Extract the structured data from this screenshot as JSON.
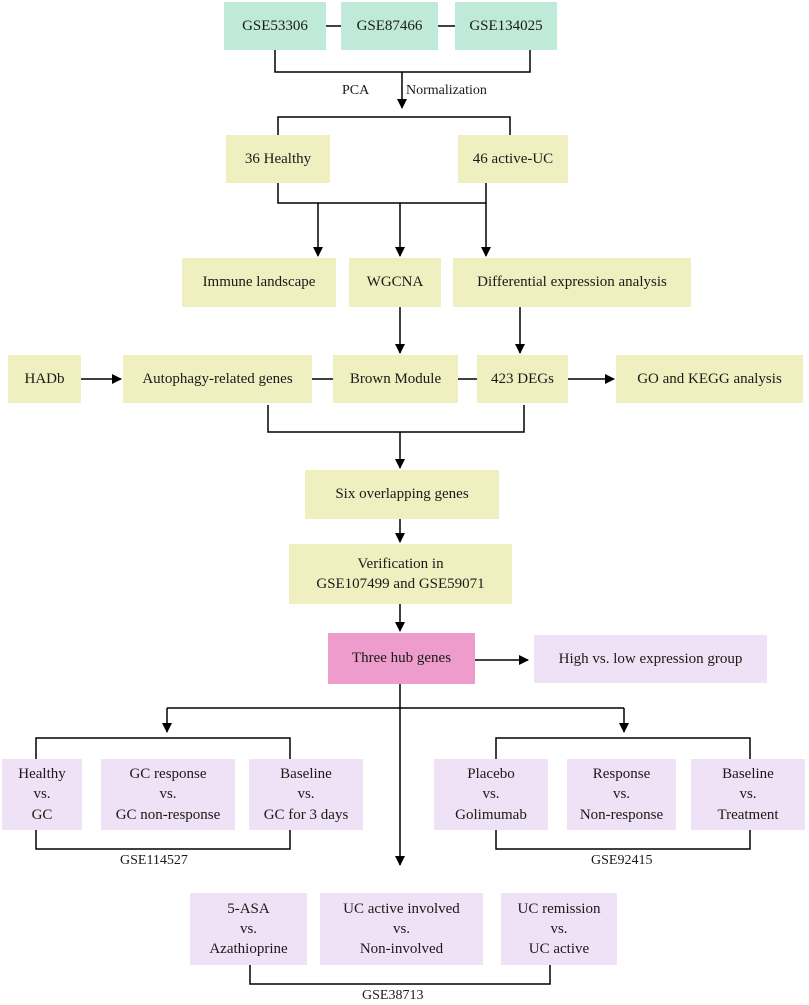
{
  "datasets": [
    "GSE53306",
    "GSE87466",
    "GSE134025"
  ],
  "edge_labels": {
    "pca": "PCA",
    "normalization": "Normalization"
  },
  "groups": {
    "healthy": "36 Healthy",
    "active_uc": "46 active-UC"
  },
  "analyses": {
    "immune": "Immune landscape",
    "wgcna": "WGCNA",
    "dea": "Differential expression analysis"
  },
  "genes_row": {
    "hadb": "HADb",
    "autophagy": "Autophagy-related genes",
    "brown": "Brown Module",
    "degs": "423 DEGs",
    "go_kegg": "GO and KEGG analysis"
  },
  "overlap": "Six overlapping genes",
  "verification": "Verification in\nGSE107499 and GSE59071",
  "hub": "Three hub genes",
  "high_low": "High vs. low expression group",
  "left_group": {
    "boxes": [
      "Healthy\nvs.\nGC",
      "GC response\nvs.\nGC non-response",
      "Baseline\nvs.\nGC for 3 days"
    ],
    "label": "GSE114527"
  },
  "right_group": {
    "boxes": [
      "Placebo\nvs.\nGolimumab",
      "Response\nvs.\nNon-response",
      "Baseline\nvs.\nTreatment"
    ],
    "label": "GSE92415"
  },
  "bottom_group": {
    "boxes": [
      "5-ASA\nvs.\nAzathioprine",
      "UC active involved\nvs.\nNon-involved",
      "UC remission\nvs.\nUC active"
    ],
    "label": "GSE38713"
  },
  "colors": {
    "dataset": "#bfe9d8",
    "step": "#f0efc0",
    "comparison": "#f0e2f6",
    "hub": "#ee9ccc",
    "line": "#000000"
  }
}
